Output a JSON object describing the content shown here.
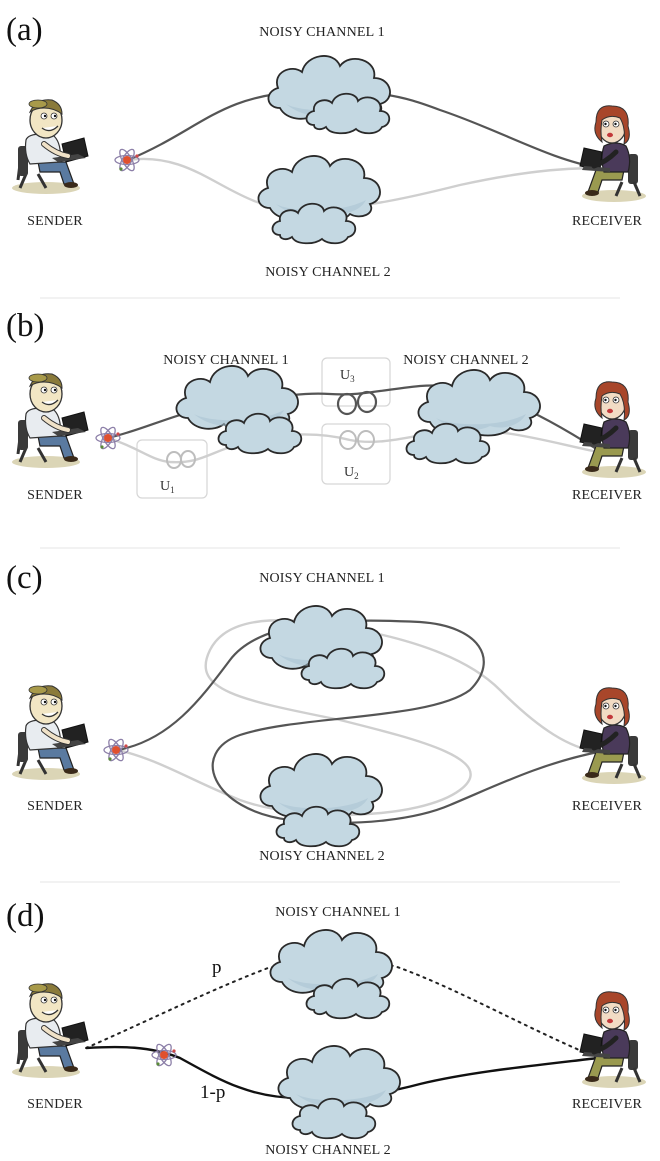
{
  "panels": [
    {
      "label": "(a)",
      "sender": "SENDER",
      "receiver": "RECEIVER",
      "channel1": "NOISY CHANNEL 1",
      "channel2": "NOISY CHANNEL 2"
    },
    {
      "label": "(b)",
      "sender": "SENDER",
      "receiver": "RECEIVER",
      "channel1": "NOISY CHANNEL 1",
      "channel2": "NOISY CHANNEL 2",
      "u1": "U",
      "u1_sub": "1",
      "u2": "U",
      "u2_sub": "2",
      "u3": "U",
      "u3_sub": "3"
    },
    {
      "label": "(c)",
      "sender": "SENDER",
      "receiver": "RECEIVER",
      "channel1": "NOISY CHANNEL 1",
      "channel2": "NOISY CHANNEL 2"
    },
    {
      "label": "(d)",
      "sender": "SENDER",
      "receiver": "RECEIVER",
      "channel1": "NOISY CHANNEL 1",
      "channel2": "NOISY CHANNEL 2",
      "prob_upper": "p",
      "prob_lower": "1-p"
    }
  ]
}
